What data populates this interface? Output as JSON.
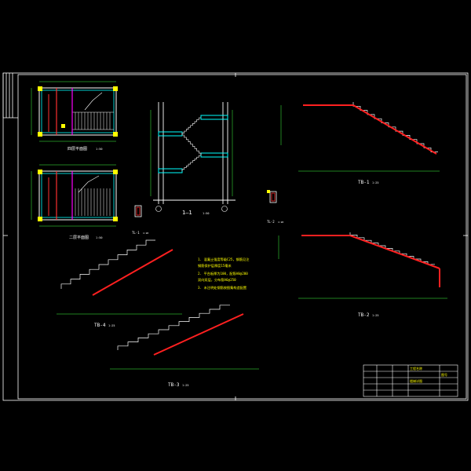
{
  "drawing": {
    "colors": {
      "background": "#000000",
      "frame": "#ffffff",
      "structure": "#ffffff",
      "rebar": "#ff2020",
      "dimension": "#40ff40",
      "note_text": "#ffff00",
      "column": "#ffff00",
      "beam_cyan": "#00ffff",
      "wall_magenta": "#ff00ff",
      "plan_red": "#ff3030"
    },
    "plan_upper": {
      "label": "四层平面图",
      "scale": "1:50"
    },
    "plan_lower": {
      "label": "二层平面图",
      "scale": "1:50"
    },
    "section": {
      "label": "1—1",
      "scale": "1:50"
    },
    "detail_tl1": {
      "label": "TL-1",
      "scale": "1:20"
    },
    "detail_tl2": {
      "label": "TL-2",
      "scale": "1:20"
    },
    "stair_tb1": {
      "label": "TB-1",
      "scale": "1:25"
    },
    "stair_tb2": {
      "label": "TB-2",
      "scale": "1:25"
    },
    "stair_tb3": {
      "label": "TB-3",
      "scale": "1:25"
    },
    "stair_tb4": {
      "label": "TB-4",
      "scale": "1:25"
    },
    "notes": [
      "1. 混凝土强度等级C25，钢筋见注",
      "   钢筋保护层厚度15毫米",
      "2. 平台板厚为100，配筋A8@200",
      "   双向双层，分布筋A6@250",
      "3. 未注明处钢筋按图集构造配置"
    ],
    "title_block": {
      "project": "工程名称",
      "drawing_name": "楼梯详图",
      "stamp": "图号"
    }
  }
}
